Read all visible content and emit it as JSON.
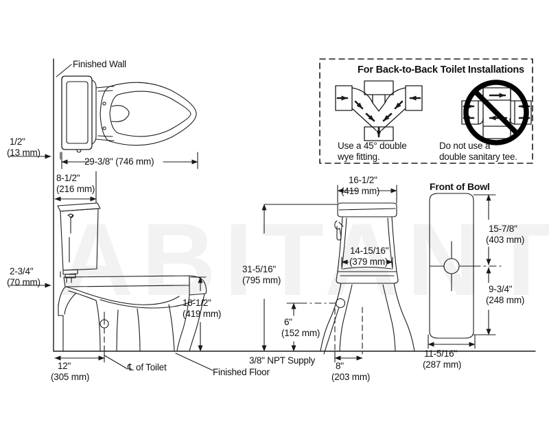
{
  "drawing": {
    "title": "Toilet Installation Dimension Drawing",
    "background": "#ffffff",
    "line_color": "#1a1a1a",
    "watermark": "ABITANT",
    "watermark_color": "#f2f2f2"
  },
  "watermark": {
    "text": "ABITANT"
  },
  "top_view": {
    "finished_wall_label": "Finished Wall",
    "dim_wall_offset": {
      "inch": "1/2\"",
      "mm": "(13 mm)"
    },
    "dim_overall_depth": "29-3/8\" (746 mm)",
    "dim_tank_to_wall": {
      "inch": "8-1/2\"",
      "mm": "(216 mm)"
    }
  },
  "side_view": {
    "dim_tank_offset": {
      "inch": "2-3/4\"",
      "mm": "(70 mm)"
    },
    "dim_seat_height": {
      "inch": "16-1/2\"",
      "mm": "(419 mm)"
    },
    "dim_rough_in": {
      "inch": "12\"",
      "mm": "(305 mm)"
    },
    "centerline_label": "℄ of Toilet",
    "finished_floor_label": "Finished Floor"
  },
  "front_view": {
    "dim_tank_width": {
      "inch": "16-1/2\"",
      "mm": "(419 mm)"
    },
    "dim_inner_width": {
      "inch": "14-15/16\"",
      "mm": "(379 mm)"
    },
    "dim_overall_height": {
      "inch": "31-5/16\"",
      "mm": "(795 mm)"
    },
    "dim_supply_height": {
      "inch": "6\"",
      "mm": "(152 mm)"
    },
    "dim_supply_offset": {
      "inch": "8\"",
      "mm": "(203 mm)"
    },
    "supply_label": "3/8\" NPT Supply"
  },
  "bowl_view": {
    "title": "Front of Bowl",
    "dim_upper": {
      "inch": "15-7/8\"",
      "mm": "(403 mm)"
    },
    "dim_lower": {
      "inch": "9-3/4\"",
      "mm": "(248 mm)"
    },
    "dim_width": {
      "inch": "11-5/16\"",
      "mm": "(287 mm)"
    }
  },
  "inset": {
    "title": "For Back-to-Back Toilet Installations",
    "left_caption_line1": "Use a 45° double",
    "left_caption_line2": "wye fitting.",
    "right_caption_line1": "Do not use a",
    "right_caption_line2": "double sanitary tee.",
    "border_style": "dashed"
  }
}
